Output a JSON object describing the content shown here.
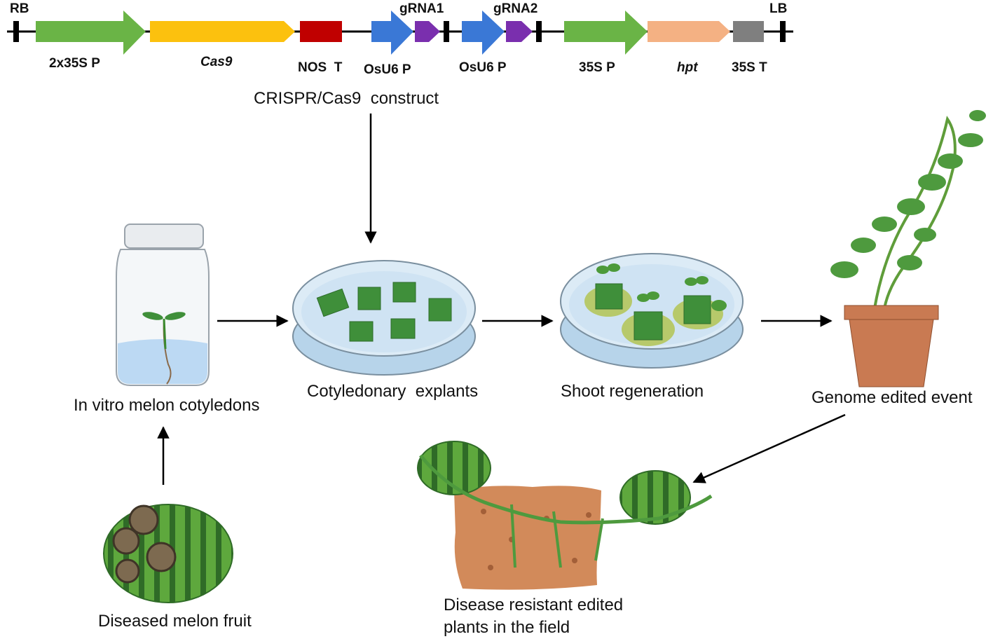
{
  "construct": {
    "rb": "RB",
    "lb": "LB",
    "p_2x35s": "2x35S P",
    "cas9": "Cas9",
    "nos_t": "NOS  T",
    "osu6_1": "OsU6 P",
    "grna1": "gRNA1",
    "osu6_2": "OsU6 P",
    "grna2": "gRNA2",
    "p_35s": "35S P",
    "hpt": "hpt",
    "t_35s": "35S T",
    "caption": "CRISPR/Cas9  construct"
  },
  "stages": {
    "jar": "In vitro melon cotyledons",
    "explants": "Cotyledonary  explants",
    "shoot": "Shoot regeneration",
    "pot": "Genome edited event",
    "fruit": "Diseased melon fruit",
    "field_line1": "Disease resistant edited",
    "field_line2": "plants in the field"
  },
  "colors": {
    "promoter_green": "#6ab446",
    "cas9_yellow": "#fcc10e",
    "nos_red": "#c00000",
    "osu6_blue": "#3a78d6",
    "grna_purple": "#7a2fae",
    "hpt_salmon": "#f4b183",
    "terminator_gray": "#7f7f7f",
    "dish_blue": "#cfe3f3",
    "leaf_green": "#3f8f3a",
    "soil": "#d28a5a",
    "pot": "#c97a52"
  }
}
